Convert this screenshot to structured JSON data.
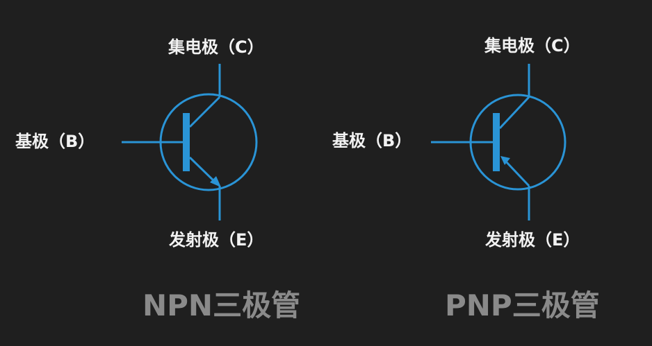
{
  "colors": {
    "background": "#1f1f1f",
    "symbol": "#2a94d6",
    "label": "#f2f2f2",
    "title": "#8a8a8a"
  },
  "npn": {
    "collector_label": "集电极（C）",
    "base_label": "基极（B）",
    "emitter_label": "发射极（E）",
    "title": "NPN三极管"
  },
  "pnp": {
    "collector_label": "集电极（C）",
    "base_label": "基极（B）",
    "emitter_label": "发射极（E）",
    "title": "PNP三极管"
  }
}
